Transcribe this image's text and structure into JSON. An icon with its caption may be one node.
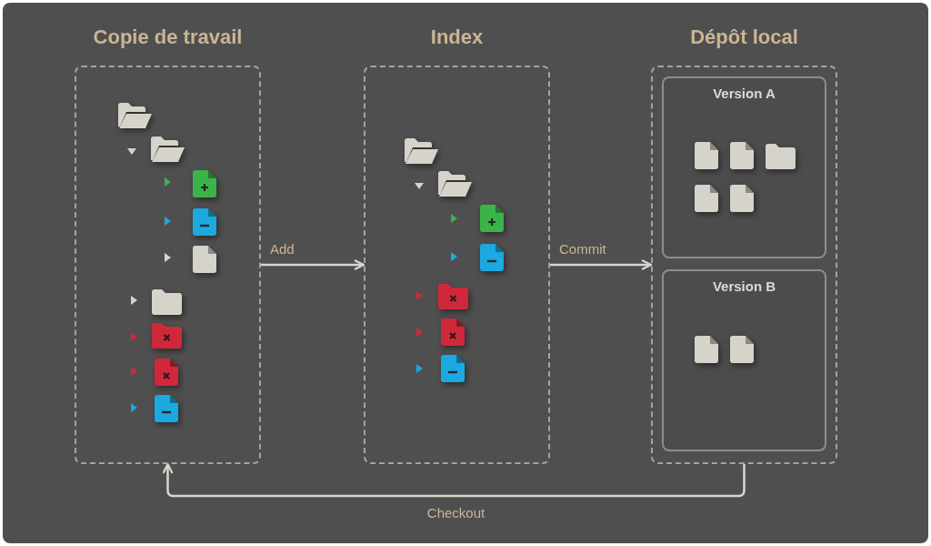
{
  "diagram": {
    "nodes": [
      {
        "text": [
          "Copie de travail"
        ]
      },
      {
        "text": [
          "Index"
        ]
      },
      {
        "text": [
          "Dépôt local"
        ]
      },
      {
        "text": [
          "Version A"
        ],
        "in": 2
      },
      {
        "text": [
          "Version B"
        ],
        "in": 2
      }
    ],
    "edges": [
      {
        "from": 0,
        "to": 1,
        "arrow": "to",
        "label": "Add"
      },
      {
        "from": 1,
        "to": 2,
        "arrow": "to",
        "label": "Commit"
      },
      {
        "from": 2,
        "to": 0,
        "arrow": "to",
        "label": "Checkout"
      }
    ]
  }
}
